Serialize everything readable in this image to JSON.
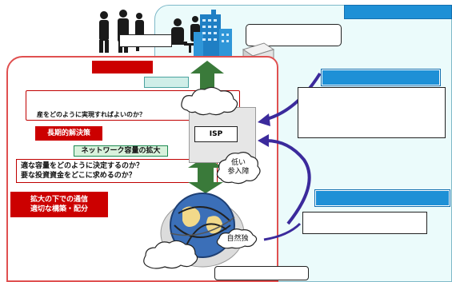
{
  "isp_label": "ISP",
  "question_partial": "産をどのように実現すればよいのか？",
  "long_term_label": "長期的解決策",
  "network_label": "ネットワーク容量の拡大",
  "capacity_questions": [
    "適な容量をどのように決定するのか？",
    "要な投資資金をどこに求めるのか？"
  ],
  "expansion_label": [
    "拡大の下での通信",
    "適切な構築・配分"
  ],
  "low_barrier": [
    "低い",
    "参入障"
  ],
  "natural_monopoly": "自然独",
  "colors": {
    "red": "#cc0000",
    "blue": "#1e90d6",
    "teal": "#ebfbfb",
    "green": "#3a7a3a",
    "arrow": "#3b2a9c"
  }
}
